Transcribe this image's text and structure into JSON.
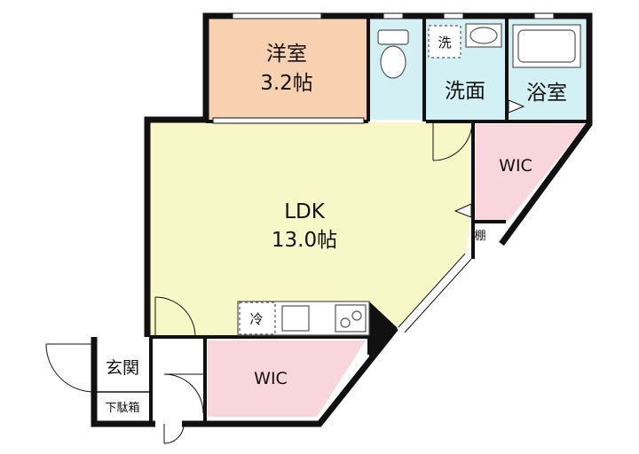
{
  "rooms": {
    "western": {
      "name": "洋室",
      "size": "3.2帖"
    },
    "ldk": {
      "name": "LDK",
      "size": "13.0帖"
    },
    "washroom": {
      "name": "洗面"
    },
    "bath": {
      "name": "浴室"
    },
    "wic_upper": {
      "name": "WIC"
    },
    "wic_lower": {
      "name": "WIC"
    },
    "entrance": {
      "name": "玄関"
    },
    "shoe_box": {
      "name": "下駄箱"
    }
  },
  "fixtures": {
    "washer": "洗",
    "fridge": "冷",
    "shelf": "棚"
  },
  "colors": {
    "western": "#f8d2b0",
    "ldk": "#f7f7c8",
    "wet_area": "#d3f1f4",
    "wic": "#f9d6dc",
    "wall": "#111111",
    "fixture_line": "#555555"
  }
}
